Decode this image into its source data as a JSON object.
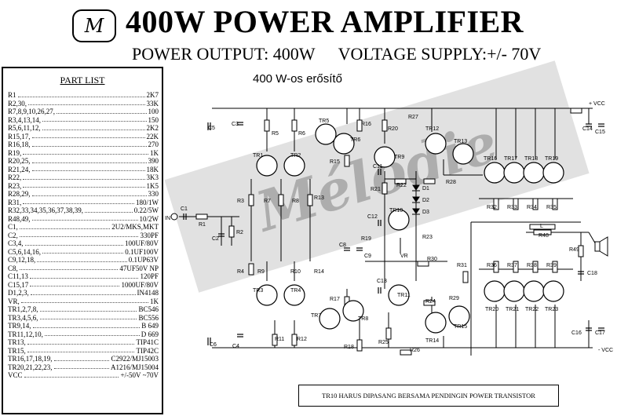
{
  "header": {
    "logo_letter": "M",
    "title": "400W POWER AMPLIFIER",
    "power_output": "POWER OUTPUT: 400W",
    "voltage_supply": "VOLTAGE SUPPLY:+/- 70V",
    "hungarian_caption": "400 W-os erősítő"
  },
  "part_list": {
    "title": "PART LIST",
    "items": [
      {
        "ref": "R1",
        "value": "2K7"
      },
      {
        "ref": "R2,30,",
        "value": "33K"
      },
      {
        "ref": "R7,8,9,10,26,27,",
        "value": "100"
      },
      {
        "ref": "R3,4,13,14,",
        "value": "150"
      },
      {
        "ref": "R5,6,11,12,",
        "value": "2K2"
      },
      {
        "ref": "R15,17,",
        "value": "22K"
      },
      {
        "ref": "R16,18,",
        "value": "270"
      },
      {
        "ref": "R19,",
        "value": "1K"
      },
      {
        "ref": "R20,25,",
        "value": "390"
      },
      {
        "ref": "R21,24,",
        "value": "18K"
      },
      {
        "ref": "R22,",
        "value": "3K3"
      },
      {
        "ref": "R23,",
        "value": "1K5"
      },
      {
        "ref": "R28,29,",
        "value": "330"
      },
      {
        "ref": "R31,",
        "value": "180/1W"
      },
      {
        "ref": "R32,33,34,35,36,37,38,39,",
        "value": "0.22/5W"
      },
      {
        "ref": "R48,49,",
        "value": "10/2W"
      },
      {
        "ref": "C1,",
        "value": "2U2/MKS,MKT"
      },
      {
        "ref": "C2,",
        "value": "330PF"
      },
      {
        "ref": "C3,4,",
        "value": "100UF/80V"
      },
      {
        "ref": "C5,6,14,16,",
        "value": "0.1UF100V"
      },
      {
        "ref": "C9,12,18,",
        "value": "0.1UP63V"
      },
      {
        "ref": "C8,",
        "value": "47UF50V NP"
      },
      {
        "ref": "C11,13",
        "value": "120PF"
      },
      {
        "ref": "C15,17",
        "value": "1000UF/80V"
      },
      {
        "ref": "D1,2,3,",
        "value": "IN4148"
      },
      {
        "ref": "VR,",
        "value": "1K"
      },
      {
        "ref": "TR1,2,7,8,",
        "value": "BC546"
      },
      {
        "ref": "TR3,4,5,6,",
        "value": "BC556"
      },
      {
        "ref": "TR9,14,",
        "value": "B 649"
      },
      {
        "ref": "TR11,12,10,",
        "value": "D 669"
      },
      {
        "ref": "TR13,",
        "value": "TIP41C"
      },
      {
        "ref": "TR15,",
        "value": "TIP42C"
      },
      {
        "ref": "TR16,17,18,19,",
        "value": "C2922/MJ15003"
      },
      {
        "ref": "TR20,21,22,23,",
        "value": "A1216/MJ15004"
      },
      {
        "ref": "VCC",
        "value": "+/-50V ~70V"
      }
    ]
  },
  "watermark": "Mélodie",
  "schematic": {
    "labels": {
      "in": "IN",
      "c1": "C1",
      "r1": "R1",
      "c2": "C2",
      "r2": "R2",
      "c5": "C5",
      "c3": "C3",
      "c6": "C6",
      "c4": "C4",
      "r3": "R3",
      "r4": "R4",
      "r5": "R5",
      "r6": "R6",
      "r7": "R7",
      "r8": "R8",
      "r9": "R9",
      "r10": "R10",
      "r11": "R11",
      "r12": "R12",
      "r13": "R13",
      "r14": "R14",
      "r15": "R15",
      "r16": "R16",
      "r17": "R17",
      "r18": "R18",
      "r19": "R19",
      "r20": "R20",
      "r21": "R21",
      "r22": "R22",
      "r23": "R23",
      "r24": "R24",
      "r25": "R25",
      "r26": "R26",
      "r27": "R27",
      "r28": "R28",
      "r29": "R29",
      "r30": "R30",
      "r31": "R31",
      "r32": "R32",
      "r33": "R33",
      "r34": "R34",
      "r35": "R35",
      "r36": "R36",
      "r37": "R37",
      "r38": "R38",
      "r39": "R39",
      "r48": "R48",
      "r49": "R49",
      "l": "L",
      "c8": "C8",
      "c9": "C9",
      "c11": "C11",
      "c12": "C12",
      "c13": "C13",
      "c14": "C14",
      "c15": "C15",
      "c16": "C16",
      "c17": "C17",
      "c18": "C18",
      "d1": "D1",
      "d2": "D2",
      "d3": "D3",
      "vr": "VR",
      "tr1": "TR1",
      "tr2": "TR2",
      "tr3": "TR3",
      "tr4": "TR4",
      "tr5": "TR5",
      "tr6": "TR6",
      "tr7": "TR7",
      "tr8": "TR8",
      "tr9": "TR9",
      "tr10": "TR10",
      "tr11": "TR11",
      "tr12": "TR12",
      "tr13": "TR13",
      "tr14": "TR14",
      "tr15": "TR15",
      "tr16": "TR16",
      "tr17": "TR17",
      "tr18": "TR18",
      "tr19": "TR19",
      "tr20": "TR20",
      "tr21": "TR21",
      "tr22": "TR22",
      "tr23": "TR23",
      "vcc_pos": "+ VCC",
      "vcc_neg": "- VCC"
    }
  },
  "note": "TR10 HARUS DIPASANG BERSAMA PENDINGIN POWER TRANSISTOR"
}
